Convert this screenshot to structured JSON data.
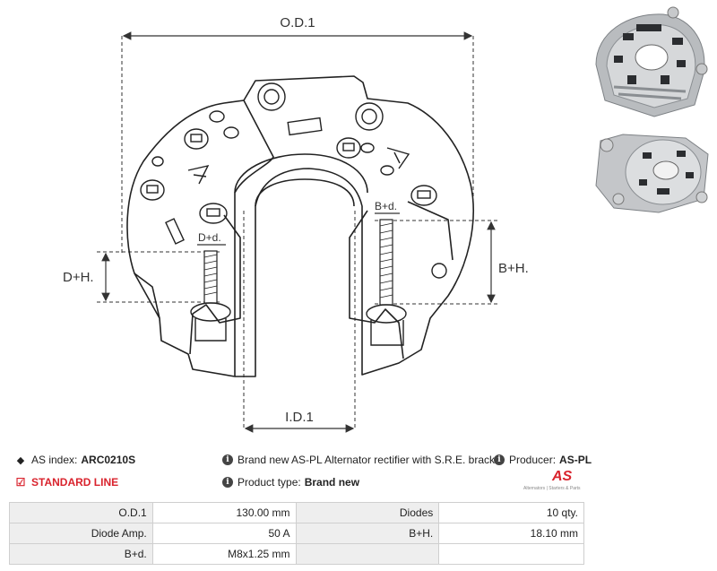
{
  "drawing": {
    "od_label": "O.D.1",
    "id_label": "I.D.1",
    "dh_label": "D+H.",
    "bh_label": "B+H.",
    "dd_label": "D+d.",
    "bd_label": "B+d."
  },
  "info": {
    "as_index_label": "AS index:",
    "as_index_value": "ARC0210S",
    "standard_line": "STANDARD LINE",
    "description": "Brand new AS-PL Alternator rectifier with S.R.E. bracket",
    "product_type_label": "Product type:",
    "product_type_value": "Brand new",
    "producer_label": "Producer:",
    "producer_value": "AS-PL"
  },
  "logo": {
    "mark": "AS",
    "tagline": "Alternators | Starters & Parts"
  },
  "specs": {
    "rows": [
      {
        "l1": "O.D.1",
        "v1": "130.00 mm",
        "l2": "Diodes",
        "v2": "10 qty."
      },
      {
        "l1": "Diode Amp.",
        "v1": "50 A",
        "l2": "B+H.",
        "v2": "18.10 mm"
      },
      {
        "l1": "B+d.",
        "v1": "M8x1.25 mm",
        "l2": "",
        "v2": ""
      }
    ]
  },
  "colors": {
    "accent_red": "#d9232d",
    "table_label_bg": "#eeeeee",
    "table_border": "#cfcfcf"
  }
}
